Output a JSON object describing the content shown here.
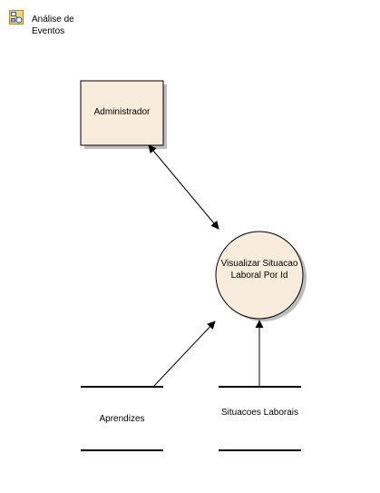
{
  "diagram": {
    "title": "Análise de Eventos",
    "title_icon": "diagram-icon",
    "external_entity": {
      "label": "Administrador"
    },
    "process": {
      "label": "Visualizar Situacao Laboral Por Id"
    },
    "data_stores": [
      {
        "label": "Aprendizes"
      },
      {
        "label": "Situacoes Laborais"
      }
    ],
    "flows": [
      {
        "from": "Administrador",
        "to": "Visualizar Situacao Laboral Por Id",
        "direction": "bidirectional"
      },
      {
        "from": "Aprendizes",
        "to": "Visualizar Situacao Laboral Por Id",
        "direction": "to"
      },
      {
        "from": "Situacoes Laborais",
        "to": "Visualizar Situacao Laboral Por Id",
        "direction": "to"
      }
    ],
    "colors": {
      "shape_fill": "#f8ecdc",
      "shape_stroke": "#000000",
      "shadow": "#bdbdbd"
    }
  }
}
